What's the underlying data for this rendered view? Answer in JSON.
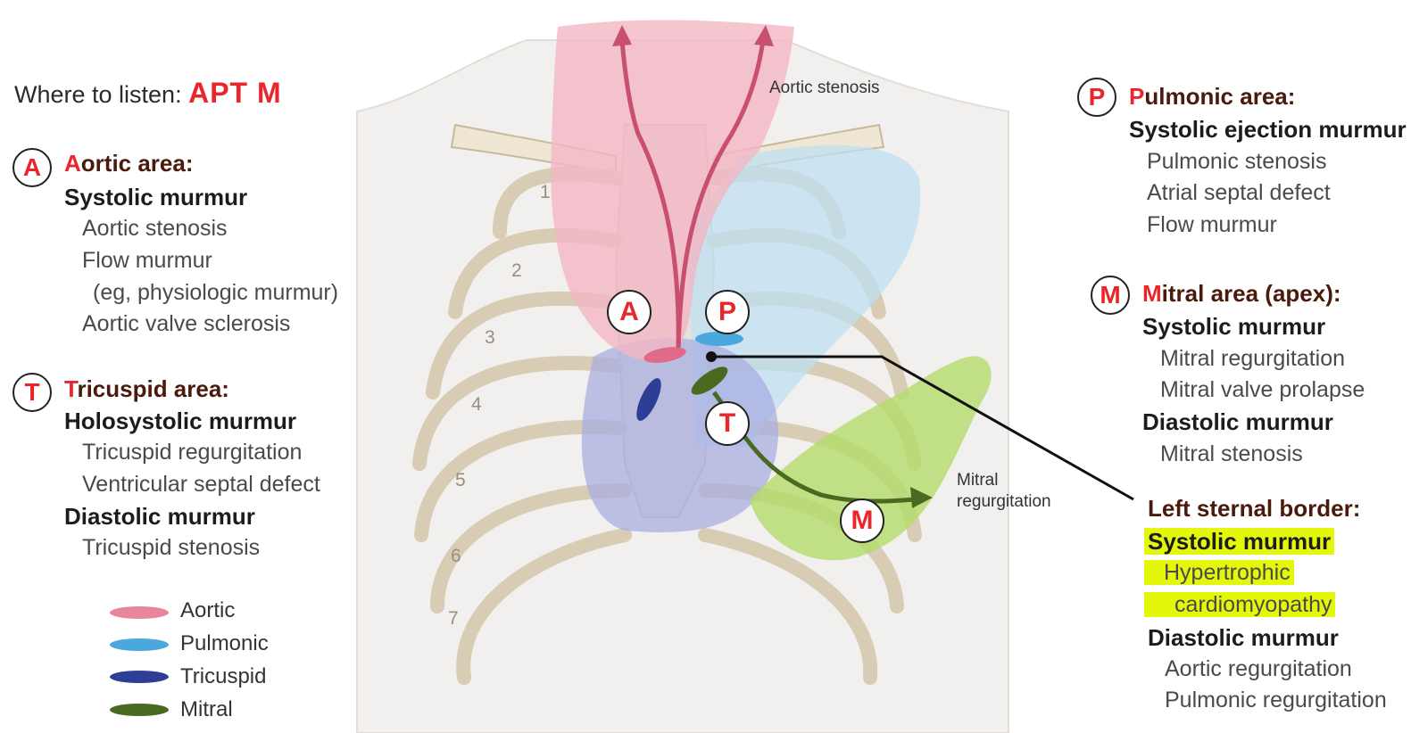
{
  "intro": {
    "prefix": "Where to listen: ",
    "mnemonic": "APT M"
  },
  "aortic": {
    "badge": "A",
    "initial": "A",
    "title_rest": "ortic area:",
    "heading": "Systolic murmur",
    "items": [
      "Aortic stenosis",
      "Flow murmur",
      "(eg, physiologic murmur)",
      "Aortic valve sclerosis"
    ]
  },
  "tricuspid": {
    "badge": "T",
    "initial": "T",
    "title_rest": "ricuspid area:",
    "heading1": "Holosystolic murmur",
    "items1": [
      "Tricuspid regurgitation",
      "Ventricular septal defect"
    ],
    "heading2": "Diastolic murmur",
    "items2": [
      "Tricuspid stenosis"
    ]
  },
  "pulmonic": {
    "badge": "P",
    "initial": "P",
    "title_rest": "ulmonic area:",
    "heading": "Systolic ejection murmur",
    "items": [
      "Pulmonic stenosis",
      "Atrial septal defect",
      "Flow murmur"
    ]
  },
  "mitral": {
    "badge": "M",
    "initial": "M",
    "title_rest": "itral area (apex):",
    "heading1": "Systolic murmur",
    "items1": [
      "Mitral regurgitation",
      "Mitral valve prolapse"
    ],
    "heading2": "Diastolic murmur",
    "items2": [
      "Mitral stenosis"
    ]
  },
  "left_sternal": {
    "title": "Left sternal border:",
    "heading1": "Systolic murmur",
    "items1": [
      "Hypertrophic",
      "cardiomyopathy"
    ],
    "heading2": "Diastolic murmur",
    "items2": [
      "Aortic regurgitation",
      "Pulmonic regurgitation"
    ]
  },
  "legend": [
    {
      "label": "Aortic",
      "color": "#e8879c"
    },
    {
      "label": "Pulmonic",
      "color": "#4aa8dc"
    },
    {
      "label": "Tricuspid",
      "color": "#2e3e96"
    },
    {
      "label": "Mitral",
      "color": "#4a6a22"
    }
  ],
  "diagram": {
    "annotation_aortic_stenosis": "Aortic stenosis",
    "annotation_mitral": [
      "Mitral",
      "regurgitation"
    ],
    "rib_numbers": [
      "1",
      "2",
      "3",
      "4",
      "5",
      "6",
      "7"
    ],
    "badges": {
      "A": "A",
      "P": "P",
      "T": "T",
      "M": "M"
    }
  },
  "colors": {
    "accent_red": "#e8262b",
    "area_title": "#4a1a0c",
    "highlight": "#e2f70a",
    "aortic_zone": "#f2b6c4",
    "pulmonic_zone": "#bfe0f2",
    "tricuspid_zone": "#a9aee0",
    "mitral_zone": "#b4dc6a"
  }
}
